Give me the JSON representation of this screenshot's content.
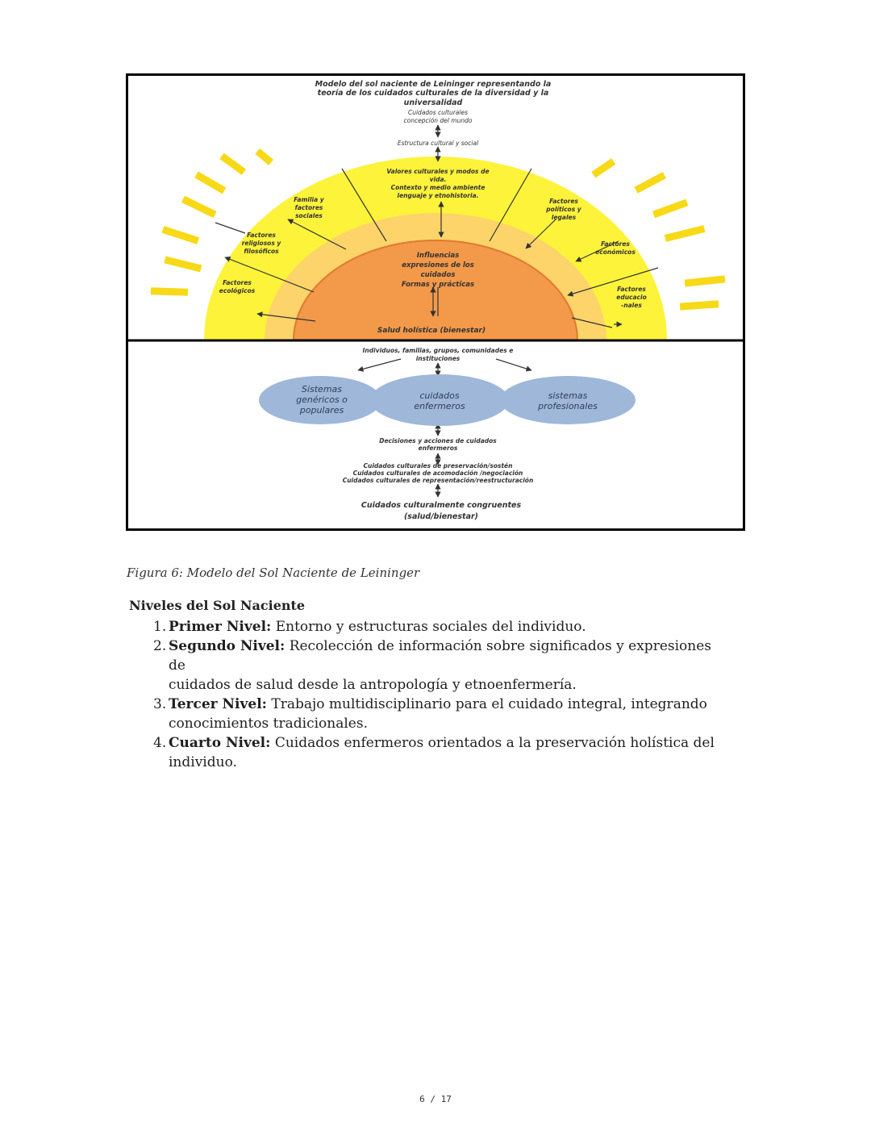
{
  "figure": {
    "title_lines": [
      "Modelo del sol naciente de Leininger representando la",
      "teoría de los cuidados culturales  de la diversidad y la",
      "universalidad"
    ],
    "top_labels": [
      "Cuidados culturales",
      "concepción del mundo",
      "Estructura cultural y social"
    ],
    "center_top_lines": [
      "Valores culturales y modos de",
      "vida.",
      "Contexto y medio ambiente",
      "lenguaje y etnohistoria."
    ],
    "factor_familia": [
      "Familia y",
      "factores",
      "sociales"
    ],
    "factor_religiosos": [
      "Factores",
      "religiosos y",
      "filosóficos"
    ],
    "factor_ecologicos": [
      "Factores",
      "ecológicos"
    ],
    "factor_politicos": [
      "Factores",
      "políticos y",
      "legales"
    ],
    "factor_economicos": [
      "Factores",
      "económicos"
    ],
    "factor_educacionales": [
      "Factores",
      "educacio",
      "-nales"
    ],
    "center_lines": [
      "Influencias",
      "expresiones de los",
      "cuidados",
      "Formas y prácticas"
    ],
    "holistic": "Salud holística (bienestar)",
    "individuals_lines": [
      "Individuos, familias, grupos, comunidades e",
      "instituciones"
    ],
    "ellipse_left": [
      "Sistemas",
      "genéricos o",
      "populares"
    ],
    "ellipse_center": [
      "cuidados",
      "enfermeros"
    ],
    "ellipse_right": [
      "sistemas",
      "profesionales"
    ],
    "decisions_lines": [
      "Decisiones y acciones de cuidados",
      "enfermeros"
    ],
    "care_lines": [
      "Cuidados culturales de preservación/sostén",
      "Cuidados culturales de acomodación /negociación",
      "Cuidados culturales de representación/reestructuración"
    ],
    "final_lines": [
      "Cuidados culturalmente congruentes",
      "(salud/bienestar)"
    ]
  },
  "caption": "Figura 6: Modelo del Sol Naciente de Leininger",
  "section_title": "Niveles del Sol Naciente",
  "levels": [
    {
      "num": "1.",
      "term": "Primer Nivel:",
      "lines": [
        "Entorno y estructuras sociales del individuo."
      ]
    },
    {
      "num": "2.",
      "term": "Segundo Nivel:",
      "lines": [
        "Recolección de información sobre significados y expresiones de",
        "cuidados de salud desde la antropología y etnoenfermería."
      ]
    },
    {
      "num": "3.",
      "term": "Tercer Nivel:",
      "lines": [
        "Trabajo multidisciplinario para el cuidado integral, integrando",
        "conocimientos tradicionales."
      ]
    },
    {
      "num": "4.",
      "term": "Cuarto Nivel:",
      "lines": [
        "Cuidados enfermeros orientados a la preservación holística del",
        "individuo."
      ]
    }
  ],
  "page_number": "6 / 17",
  "colors": {
    "sun_yellow": "#fdf33a",
    "ring_light": "#fcd46a",
    "core_orange": "#f2994a",
    "ellipse_blue": "#9fb7d9"
  }
}
